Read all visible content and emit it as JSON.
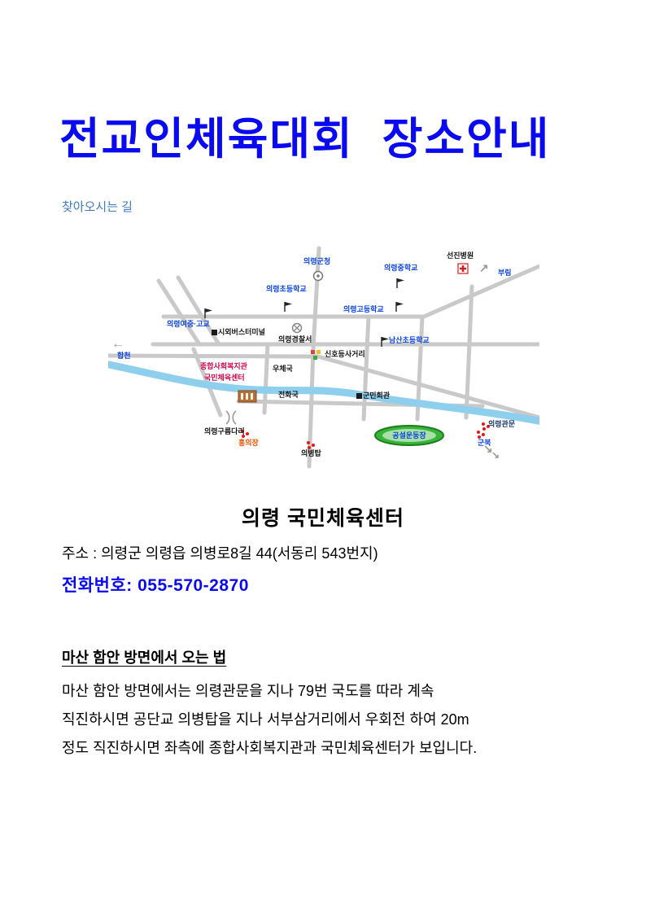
{
  "doc": {
    "title": "전교인체육대회 장소안내",
    "subtitle": "찾아오시는 길"
  },
  "map": {
    "labels": {
      "county_office": "의령군청",
      "middle_school": "의령중학교",
      "seonjin_hospital": "선진병원",
      "burim": "부림",
      "elementary_school": "의령초등학교",
      "high_school": "의령고등학교",
      "girls_school": "의령여중·고교",
      "bus_terminal": "시외버스터미널",
      "police_station": "의령경찰서",
      "namsan_elementary": "남산초등학교",
      "hapcheon": "합천",
      "signal_intersection": "신호등사거리",
      "welfare_center": "종합사회복지관",
      "sports_center": "국민체육센터",
      "post_office": "우체국",
      "telephone_office": "전화국",
      "county_hall": "군민회관",
      "cloud_bridge": "의령구름다리",
      "honguijang": "홍의장",
      "uibyeong_tower": "의병탑",
      "public_stadium": "공설운동장",
      "gunbuk": "군북",
      "gwanmun": "의령관문"
    },
    "arrows": {
      "hapcheon": "←",
      "burim": "↗",
      "gunbuk": "↘"
    },
    "colors": {
      "road": "#c9c9c9",
      "river": "#8ecfee",
      "blue_label": "#0a44e0",
      "red_label": "#d6054a",
      "stadium_green": "#38b438"
    }
  },
  "venue": {
    "name": "의령 국민체육센터",
    "address": "주소 : 의령군 의령읍 의병로8길 44(서동리 543번지)",
    "phone": "전화번호: 055-570-2870"
  },
  "directions": {
    "heading": "마산 함안 방면에서 오는 법",
    "lines": [
      "마산 함안 방면에서는 의령관문을 지나 79번 국도를 따라 계속",
      "직진하시면 공단교 의병탑을 지나 서부삼거리에서 우회전 하여 20m",
      "정도 직진하시면 좌측에 종합사회복지관과 국민체육센터가 보입니다."
    ]
  },
  "theme": {
    "title_blue": "#0a0af0",
    "subtitle_blue": "#3f7cc0",
    "phone_blue": "#0a0af0"
  }
}
